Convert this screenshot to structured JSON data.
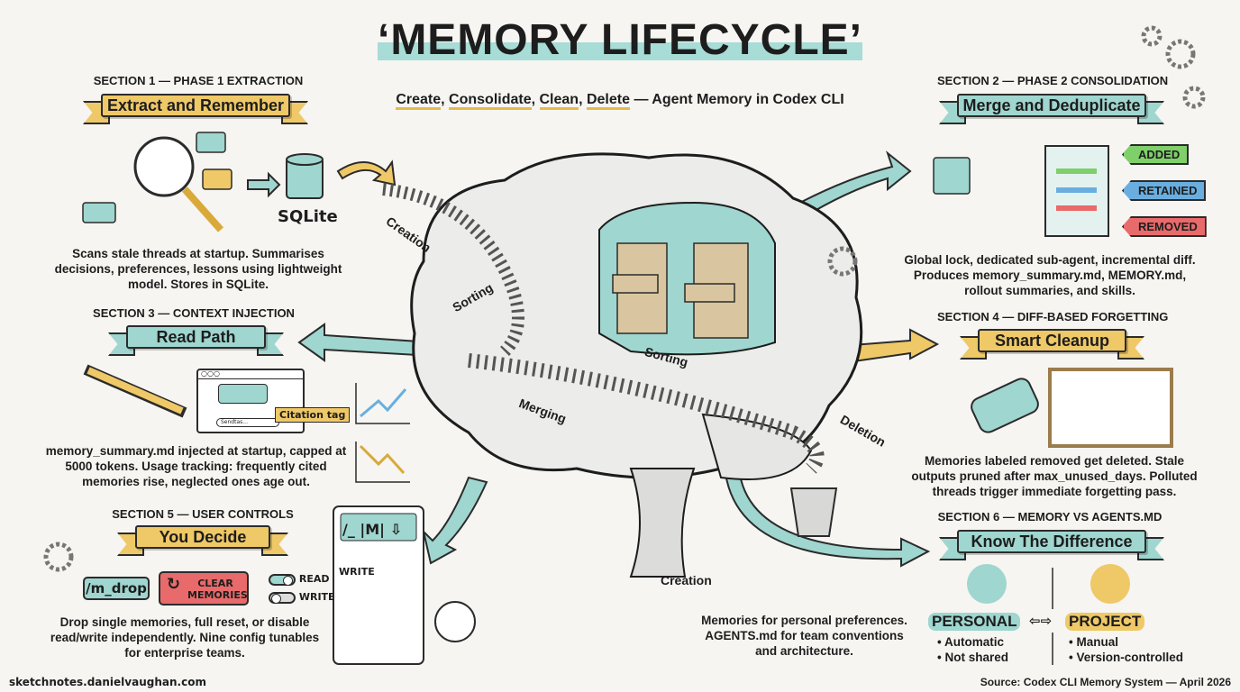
{
  "title": "‘MEMORY LIFECYCLE’",
  "subtitle": {
    "words": [
      "Create",
      "Consolidate",
      "Clean",
      "Delete"
    ],
    "rest": "— Agent Memory in Codex CLI"
  },
  "colors": {
    "teal": "#9fd6cf",
    "gold": "#efc867",
    "red": "#e86a6a",
    "green": "#7fcf6a",
    "blue": "#6aaee0",
    "paper": "#f6f5f1"
  },
  "sections": {
    "s1": {
      "header": "SECTION 1 — PHASE 1 EXTRACTION",
      "banner": "Extract and Remember",
      "db_label": "SQLite",
      "desc": "Scans stale threads at startup. Summarises decisions, preferences, lessons using lightweight model. Stores in SQLite."
    },
    "s2": {
      "header": "SECTION 2 — PHASE 2 CONSOLIDATION",
      "banner": "Merge and Deduplicate",
      "tags": [
        "ADDED",
        "RETAINED",
        "REMOVED"
      ],
      "desc": "Global lock, dedicated sub-agent, incremental diff. Produces memory_summary.md, MEMORY.md, rollout summaries, and skills."
    },
    "s3": {
      "header": "SECTION 3 — CONTEXT INJECTION",
      "banner": "Read Path",
      "citation": "Citation tag",
      "input_placeholder": "Sendtas...",
      "desc": "memory_summary.md injected at startup, capped at 5000 tokens. Usage tracking: frequently cited memories rise, neglected ones age out."
    },
    "s4": {
      "header": "SECTION 4 — DIFF-BASED FORGETTING",
      "banner": "Smart Cleanup",
      "desc": "Memories labeled removed get deleted. Stale outputs pruned after max_unused_days. Polluted threads trigger immediate forgetting pass."
    },
    "s5": {
      "header": "SECTION 5 — USER CONTROLS",
      "banner": "You Decide",
      "drop_cmd": "/m_drop",
      "clear_btn": "CLEAR MEMORIES",
      "toggles": [
        {
          "label": "READ",
          "on": true
        },
        {
          "label": "WRITE",
          "on": false
        }
      ],
      "panel_write": "WRITE",
      "panel_display": "/_ |M| ⇩",
      "desc": "Drop single memories, full reset, or disable read/write independently. Nine config tunables for enterprise teams."
    },
    "s6": {
      "header": "SECTION 6 — MEMORY VS AGENTS.MD",
      "banner": "Know The Difference",
      "personal": {
        "label": "PERSONAL",
        "items": [
          "Automatic",
          "Not shared"
        ]
      },
      "project": {
        "label": "PROJECT",
        "items": [
          "Manual",
          "Version-controlled"
        ]
      }
    }
  },
  "brain_labels": {
    "creation": "Creation",
    "sorting1": "Sorting",
    "sorting2": "Sorting",
    "merging": "Merging",
    "deletion": "Deletion",
    "creation2": "Creation"
  },
  "center_note": "Memories for personal preferences. AGENTS.md for team conventions and architecture.",
  "footer": {
    "site": "sketchnotes.danielvaughan.com",
    "source": "Source: Codex CLI Memory System — April 2026"
  }
}
